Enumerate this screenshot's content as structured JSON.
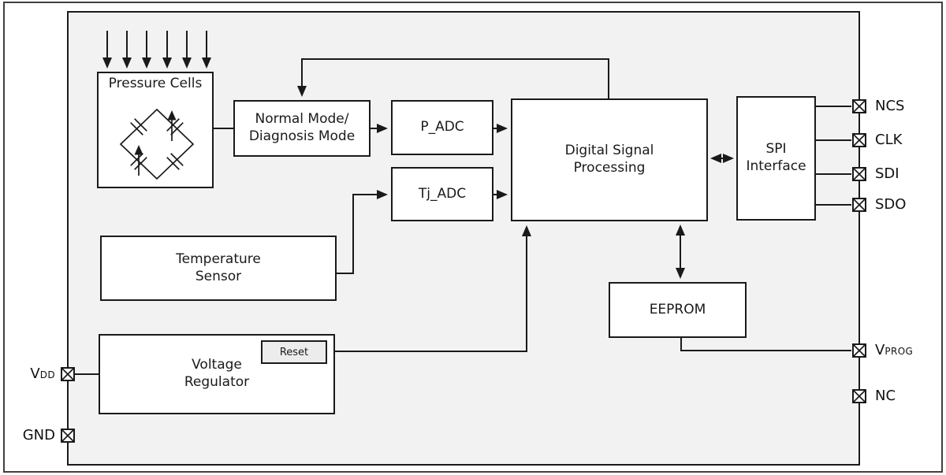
{
  "blocks": {
    "pressure_cells": {
      "label": "Pressure Cells"
    },
    "normal_mode": {
      "line1": "Normal Mode/",
      "line2": "Diagnosis Mode"
    },
    "p_adc": {
      "label": "P_ADC"
    },
    "tj_adc": {
      "label": "Tj_ADC"
    },
    "dsp": {
      "line1": "Digital Signal",
      "line2": "Processing"
    },
    "spi": {
      "line1": "SPI",
      "line2": "Interface"
    },
    "temp_sensor": {
      "line1": "Temperature",
      "line2": "Sensor"
    },
    "eeprom": {
      "label": "EEPROM"
    },
    "vreg": {
      "line1": "Voltage",
      "line2": "Regulator"
    },
    "reset": {
      "label": "Reset"
    }
  },
  "pins": {
    "ncs": {
      "label": "NCS"
    },
    "clk": {
      "label": "CLK"
    },
    "sdi": {
      "label": "SDI"
    },
    "sdo": {
      "label": "SDO"
    },
    "vprog": {
      "base": "V",
      "sub": "PROG"
    },
    "nc": {
      "label": "NC"
    },
    "vdd": {
      "base": "V",
      "sub": "DD"
    },
    "gnd": {
      "label": "GND"
    }
  },
  "colors": {
    "chip_fill": "#f2f2f2",
    "box_fill": "#ffffff",
    "line": "#1a1a1a",
    "text": "#1a1a1a"
  }
}
